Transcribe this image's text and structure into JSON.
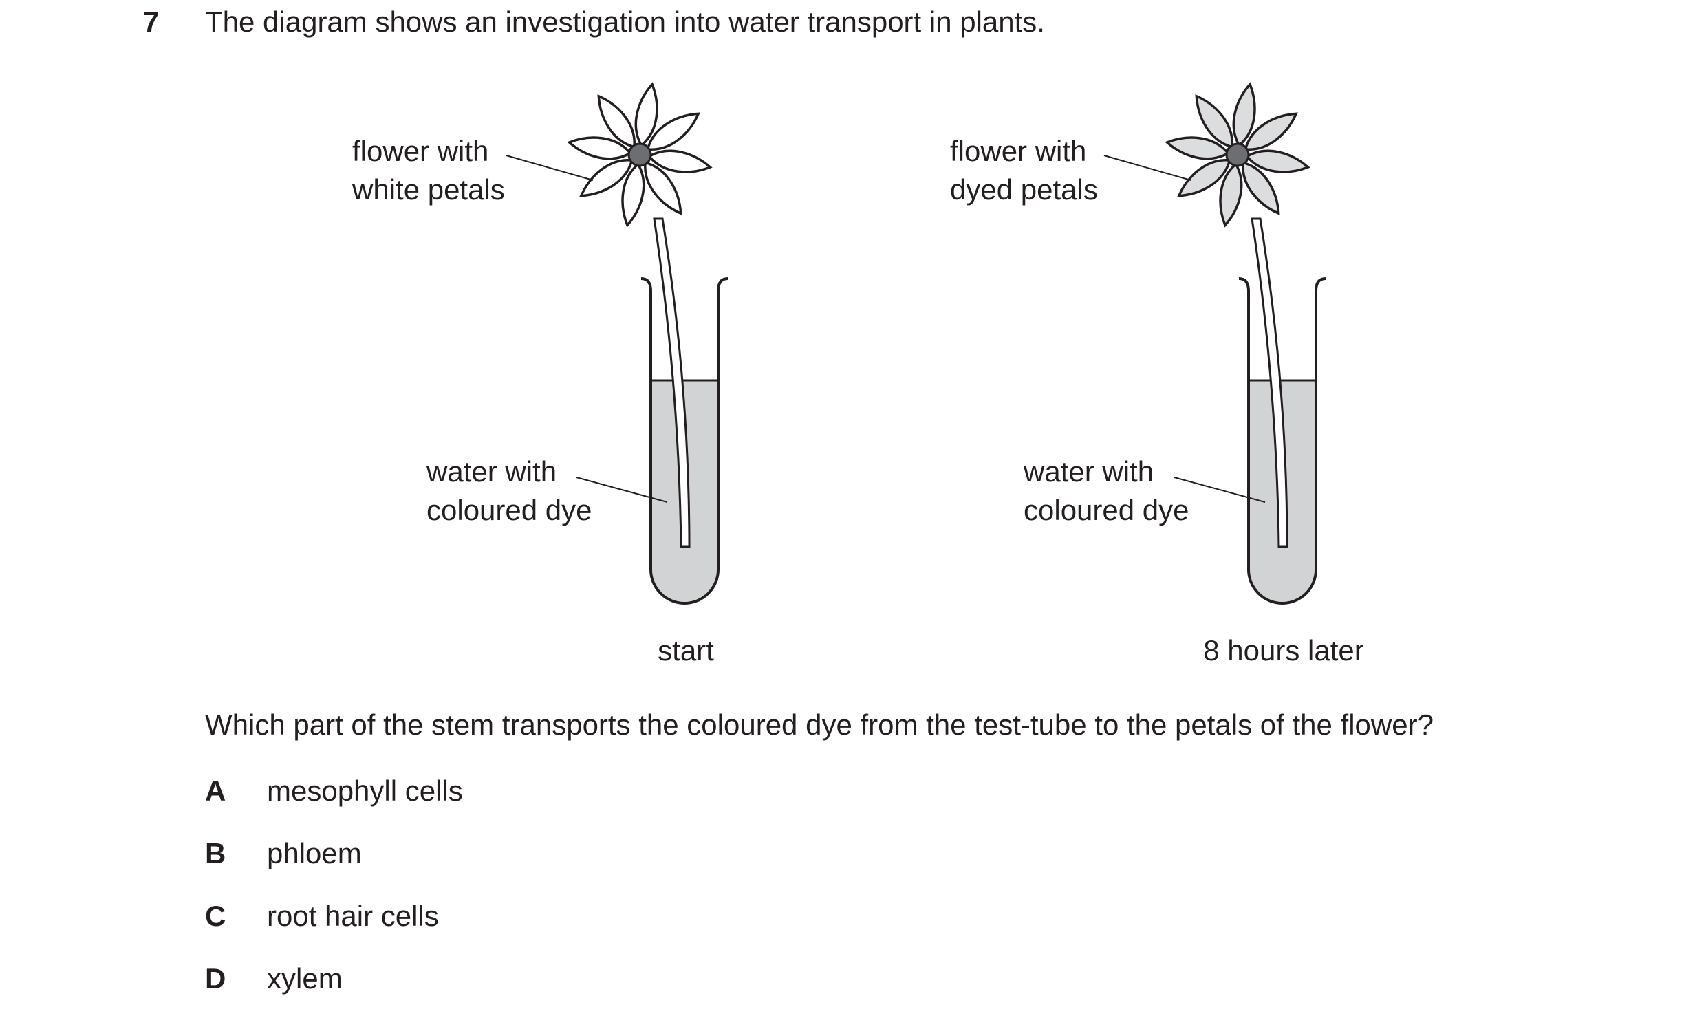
{
  "question": {
    "number": "7",
    "stem": "The diagram shows an investigation into water transport in plants.",
    "prompt": "Which part of the stem transports the coloured dye from the test-tube to the petals of the flower?"
  },
  "diagram": {
    "left": {
      "flower_label_1": "flower with",
      "flower_label_2": "white petals",
      "water_label_1": "water with",
      "water_label_2": "coloured dye",
      "caption": "start",
      "petal_color": "#ffffff"
    },
    "right": {
      "flower_label_1": "flower with",
      "flower_label_2": "dyed petals",
      "water_label_1": "water with",
      "water_label_2": "coloured dye",
      "caption": "8 hours later",
      "petal_color": "#dcdddf"
    },
    "water_color": "#d1d3d4",
    "centre_color": "#6d6e71"
  },
  "options": [
    {
      "letter": "A",
      "text": "mesophyll cells"
    },
    {
      "letter": "B",
      "text": "phloem"
    },
    {
      "letter": "C",
      "text": "root hair cells"
    },
    {
      "letter": "D",
      "text": "xylem"
    }
  ]
}
